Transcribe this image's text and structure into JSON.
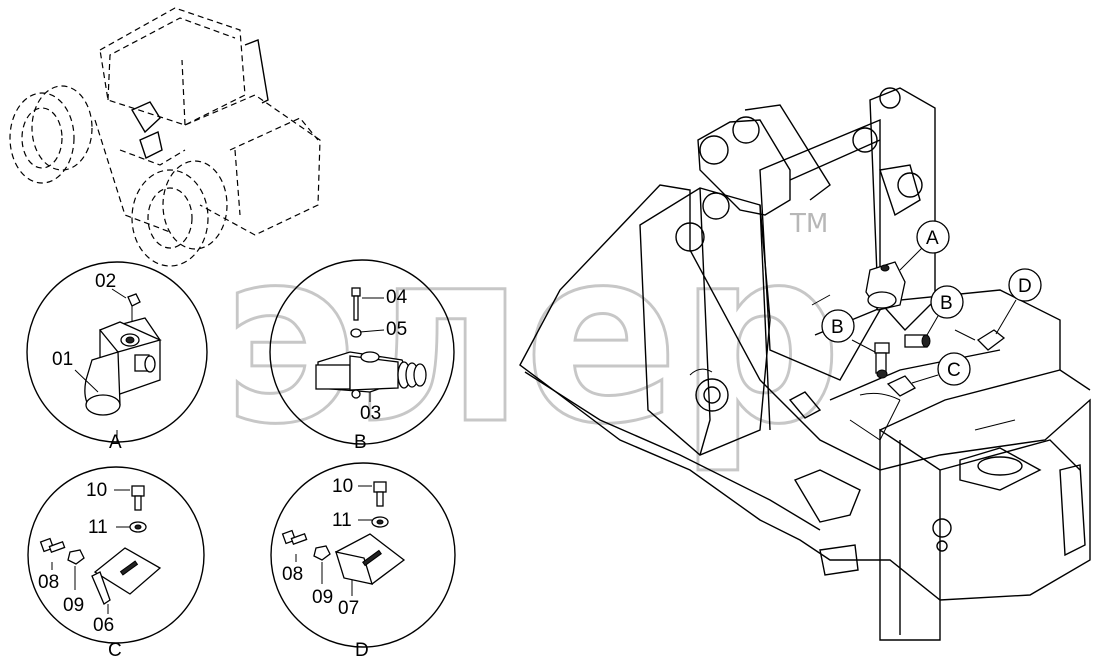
{
  "watermark": {
    "text": "элер",
    "tm": "TM"
  },
  "detail_views": [
    {
      "letter": "A",
      "parts": [
        "01",
        "02"
      ]
    },
    {
      "letter": "B",
      "parts": [
        "03",
        "04",
        "05"
      ]
    },
    {
      "letter": "C",
      "parts": [
        "06",
        "08",
        "09",
        "10",
        "11"
      ]
    },
    {
      "letter": "D",
      "parts": [
        "07",
        "08",
        "09",
        "10",
        "11"
      ]
    }
  ],
  "callouts": {
    "p01": "01",
    "p02": "02",
    "p03": "03",
    "p04": "04",
    "p05": "05",
    "p06": "06",
    "p07": "07",
    "p08c": "08",
    "p09c": "09",
    "p10c": "10",
    "p11c": "11",
    "p08d": "08",
    "p09d": "09",
    "p10d": "10",
    "p11d": "11"
  },
  "view_labels": {
    "a": "A",
    "b": "B",
    "c": "C",
    "d": "D",
    "frame_a": "A",
    "frame_b1": "B",
    "frame_b2": "B",
    "frame_c": "C",
    "frame_d": "D"
  }
}
